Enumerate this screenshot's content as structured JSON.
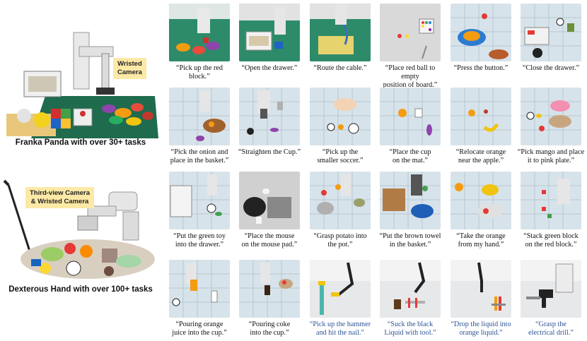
{
  "robots": [
    {
      "caption": "Franka Panda with over 30+ tasks",
      "camera_label": "Wristed\nCamera"
    },
    {
      "caption": "Dexterous Hand with over 100+ tasks",
      "camera_label": "Third-view Camera\n& Wristed Camera"
    }
  ],
  "tasks": [
    {
      "text": "“Pick up the red block.”"
    },
    {
      "text": "“Open the drawer.”"
    },
    {
      "text": "“Route the cable.”"
    },
    {
      "text": "“Place red ball to empty\nposition of board.”"
    },
    {
      "text": "“Press the button.”"
    },
    {
      "text": "“Close the drawer.”"
    },
    {
      "text": "“Pick the onion and\nplace in the basket.”"
    },
    {
      "text": "“Straighten the Cup.”"
    },
    {
      "text": "“Pick up the\nsmaller soccer.”"
    },
    {
      "text": "“Place the cup\non the mat.”"
    },
    {
      "text": "“Relocate orange\nnear the apple.”"
    },
    {
      "text": "“Pick mango and place\nit to pink plate.”"
    },
    {
      "text": "“Put the green toy\ninto the drawer.”"
    },
    {
      "text": "“Place the mouse\non the mouse pad.”"
    },
    {
      "text": "“Grasp potato into\nthe pot.”"
    },
    {
      "text": "“Put the brown towel\nin the basket.”"
    },
    {
      "text": "“Take the orange\nfrom my hand.”"
    },
    {
      "text": "“Stack green block\non the red block.”"
    },
    {
      "text": "“Pouring orange\njuice into the cup.”"
    },
    {
      "text": "“Pouring coke\ninto the cup.”"
    },
    {
      "text": "“Pick up the hammer\nand hit the nail.”",
      "sim": true
    },
    {
      "text": "“Suck the black\nLiquid with tool.”",
      "sim": true
    },
    {
      "text": "“Drop the liquid into\norange liquid.”",
      "sim": true
    },
    {
      "text": "“Grasp the\nelectrical drill.”",
      "sim": true
    }
  ],
  "colors": {
    "sim_caption": "#2f5597",
    "camera_tag": "#fde9a6",
    "text": "#111111"
  }
}
